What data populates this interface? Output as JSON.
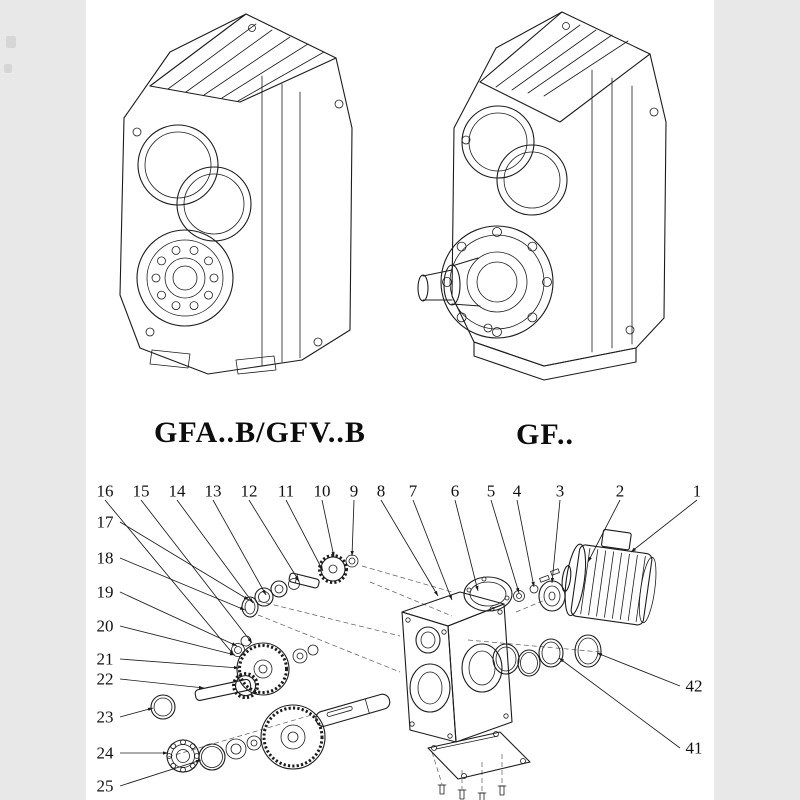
{
  "figures": {
    "left_caption": "GFA..B/GFV..B",
    "right_caption": "GF.."
  },
  "exploded_view": {
    "top_labels": [
      "16",
      "15",
      "14",
      "13",
      "12",
      "11",
      "10",
      "9",
      "8",
      "7",
      "6",
      "5",
      "4",
      "3",
      "2",
      "1"
    ],
    "left_labels": [
      "17",
      "18",
      "19",
      "20",
      "21",
      "22",
      "23",
      "24",
      "25"
    ],
    "right_labels": [
      "42",
      "41"
    ]
  },
  "colors": {
    "line": "#1c1c1c",
    "paper": "#ffffff",
    "backdrop": "#e8e8e8"
  }
}
